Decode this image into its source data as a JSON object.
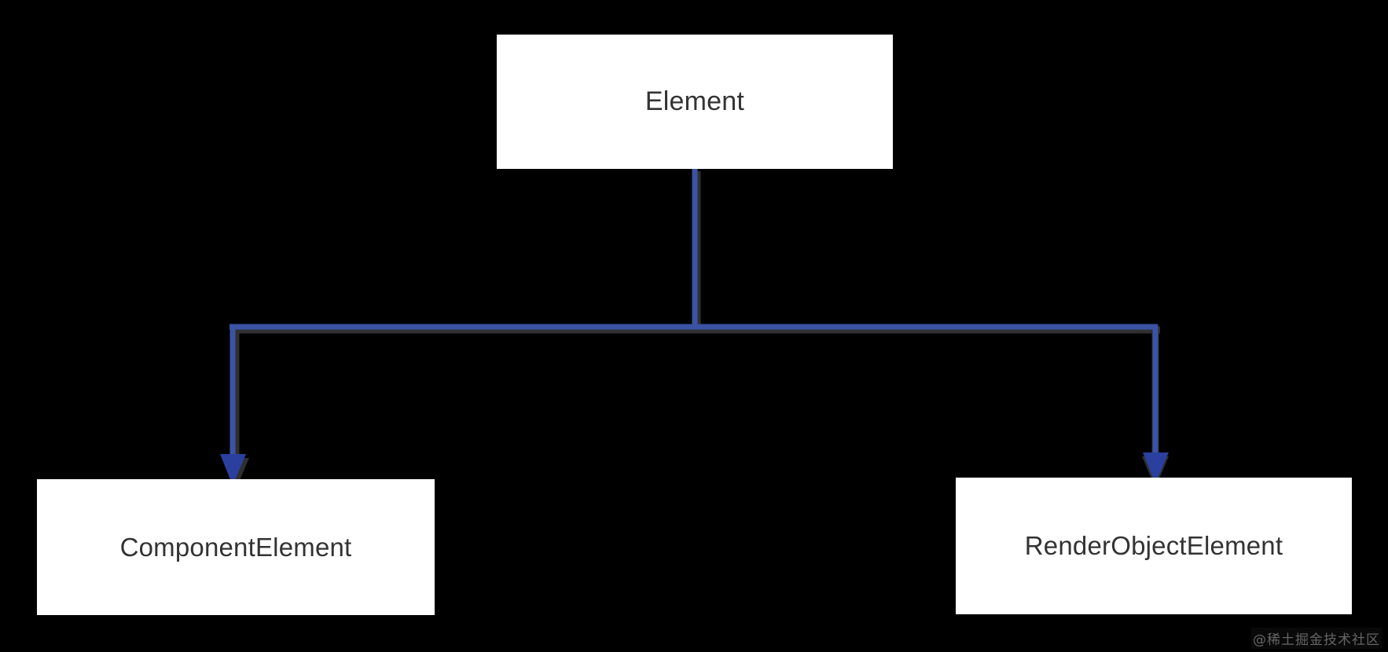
{
  "diagram": {
    "type": "class-hierarchy-tree",
    "title": "Element",
    "background_color": "#000000",
    "node_fill_color": "#FFFFFF",
    "node_text_color": "#333333",
    "connector_color": "#3A53A5",
    "connector_shadow_color": "#4D4D4D",
    "nodes": [
      {
        "id": "element",
        "label": "Element",
        "level": 0
      },
      {
        "id": "component-element",
        "label": "ComponentElement",
        "level": 1
      },
      {
        "id": "render-object-element",
        "label": "RenderObjectElement",
        "level": 1
      }
    ],
    "edges": [
      {
        "from": "element",
        "to": "component-element",
        "arrow": "down"
      },
      {
        "from": "element",
        "to": "render-object-element",
        "arrow": "down"
      }
    ]
  },
  "watermark": {
    "text": "@稀土掘金技术社区"
  }
}
